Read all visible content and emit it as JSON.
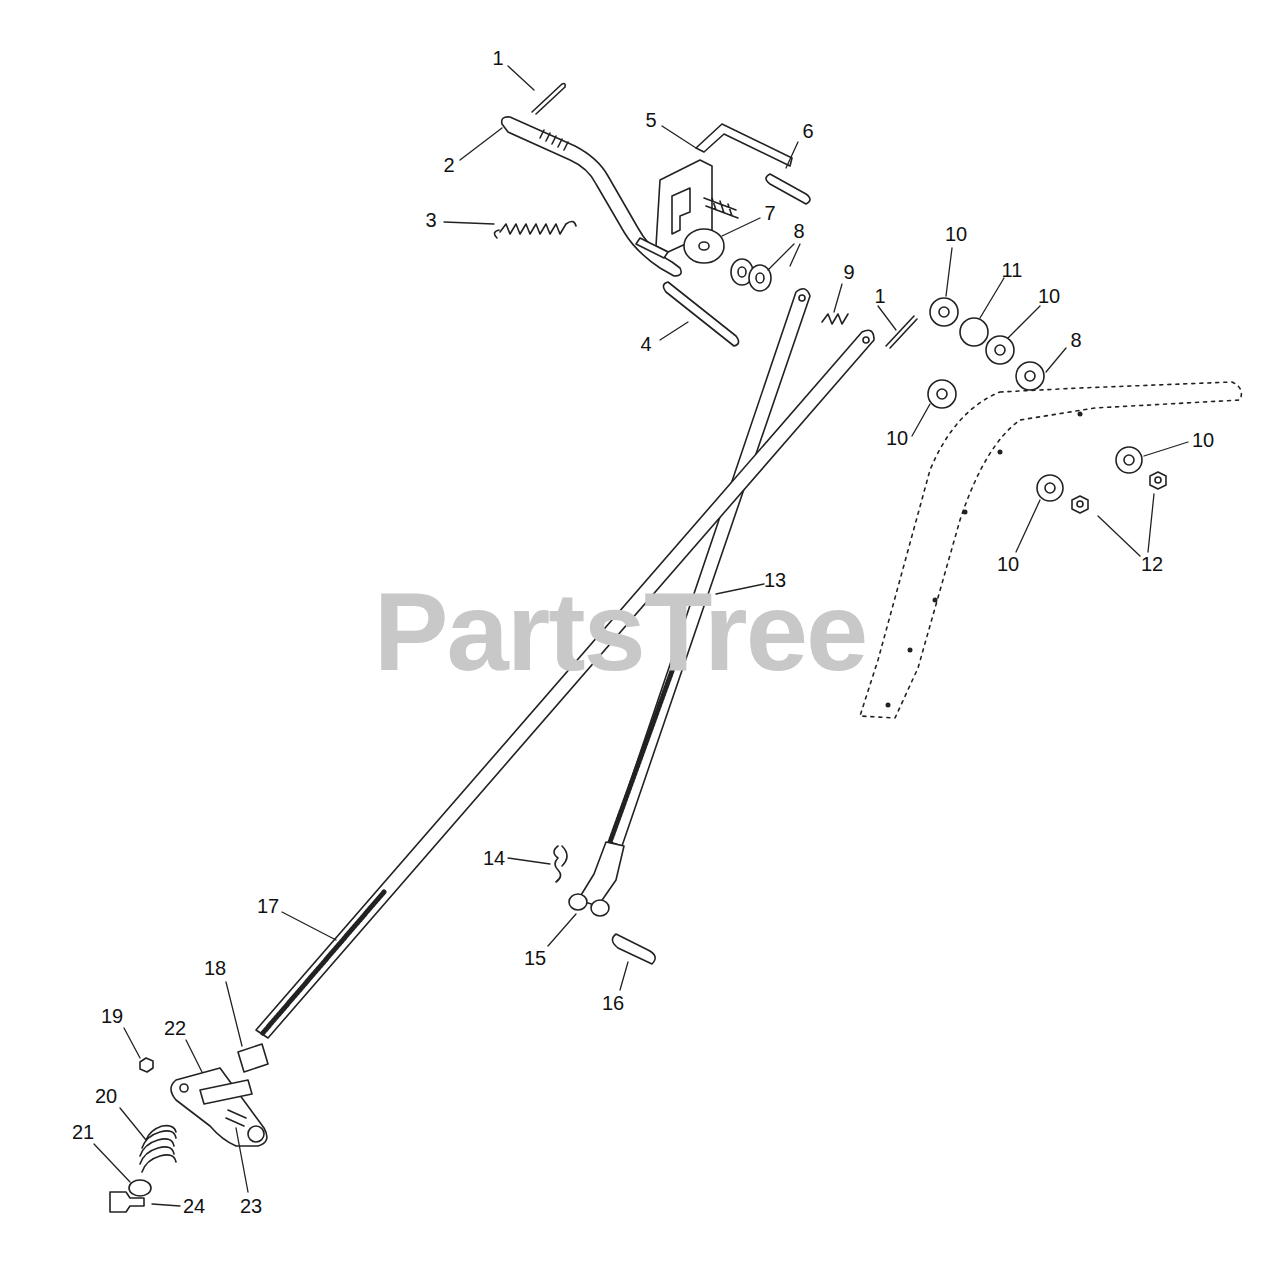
{
  "diagram": {
    "labels": [
      "1",
      "5",
      "6",
      "2",
      "3",
      "7",
      "8",
      "10",
      "9",
      "11",
      "10",
      "1",
      "8",
      "4",
      "10",
      "10",
      "10",
      "12",
      "13",
      "PartsTree",
      "14",
      "17",
      "15",
      "18",
      "16",
      "19",
      "22",
      "20",
      "21",
      "24",
      "23"
    ]
  }
}
